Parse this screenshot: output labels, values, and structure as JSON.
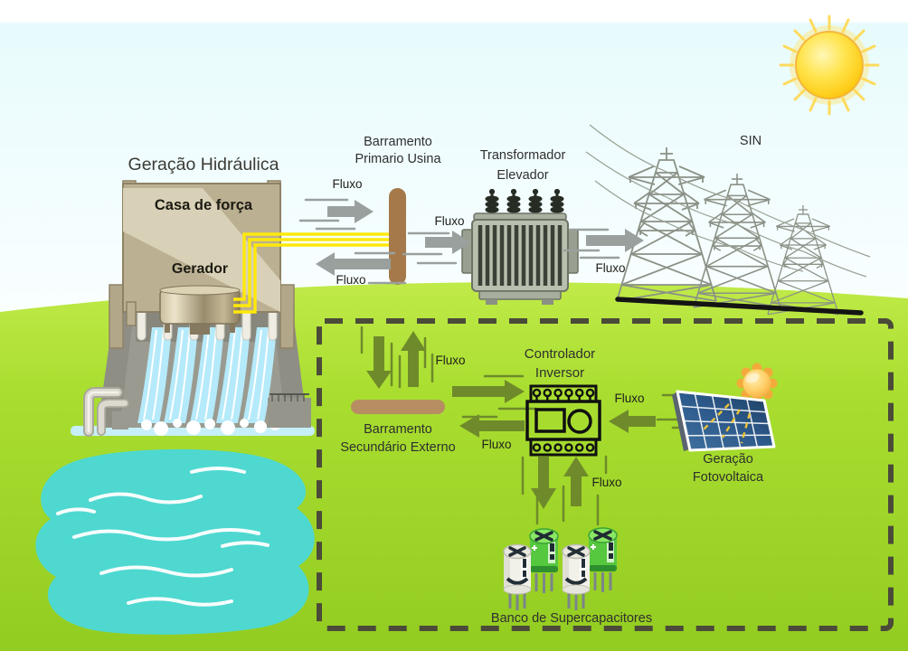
{
  "scene": {
    "flow_label": "Fluxo",
    "hydro": {
      "title": "Geração Hidráulica",
      "powerhouse": "Casa de força",
      "generator": "Gerador"
    },
    "primary_bus": {
      "line1": "Barramento",
      "line2": "Primario Usina"
    },
    "transformer": {
      "line1": "Transformador",
      "line2": "Elevador"
    },
    "grid": {
      "label": "SIN"
    },
    "inverter": {
      "line1": "Controlador",
      "line2": "Inversor"
    },
    "secondary_bus": {
      "line1": "Barramento",
      "line2": "Secundário Externo"
    },
    "pv": {
      "line1": "Geração",
      "line2": "Fotovoltaica"
    },
    "supercapacitors": {
      "label": "Banco de Supercapacitores"
    },
    "colors": {
      "grass": "#a7dc2e",
      "sky": "#eafbfc",
      "bus_brown": "#a5794a",
      "bus_brown_light": "#b78e62",
      "flow_gray": "#99a09e",
      "flow_olive": "#6f8a2b",
      "dashed_border": "#4b4b39",
      "water": "#4ed8d0",
      "cascade_blue": "#b5eafa",
      "sun_yellow": "#ffd83b",
      "panel_blue": "#2c5580",
      "cable_yellow": "#ffe90a"
    }
  }
}
